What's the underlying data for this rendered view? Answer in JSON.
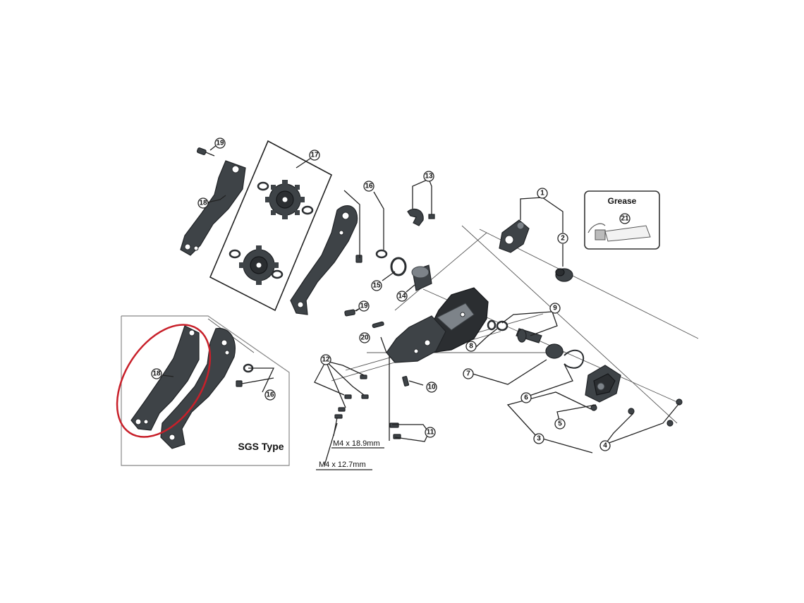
{
  "callouts": {
    "c1": "1",
    "c2": "2",
    "c3": "3",
    "c4": "4",
    "c5": "5",
    "c6": "6",
    "c7": "7",
    "c8": "8",
    "c9": "9",
    "c10": "10",
    "c11": "11",
    "c12": "12",
    "c13": "13",
    "c14": "14",
    "c15": "15",
    "c16a": "16",
    "c16b": "16",
    "c17": "17",
    "c18a": "18",
    "c18b": "18",
    "c19a": "19",
    "c19b": "19",
    "c20": "20",
    "c21": "21"
  },
  "grease_box": {
    "title": "Grease"
  },
  "sgs_box": {
    "title": "SGS Type"
  },
  "bolt_labels": {
    "m4_long": "M4 x 18.9mm",
    "m4_short": "M4 x 12.7mm"
  },
  "colors": {
    "highlight": "#c8202a",
    "part": "#3e4347",
    "line": "#222222"
  }
}
